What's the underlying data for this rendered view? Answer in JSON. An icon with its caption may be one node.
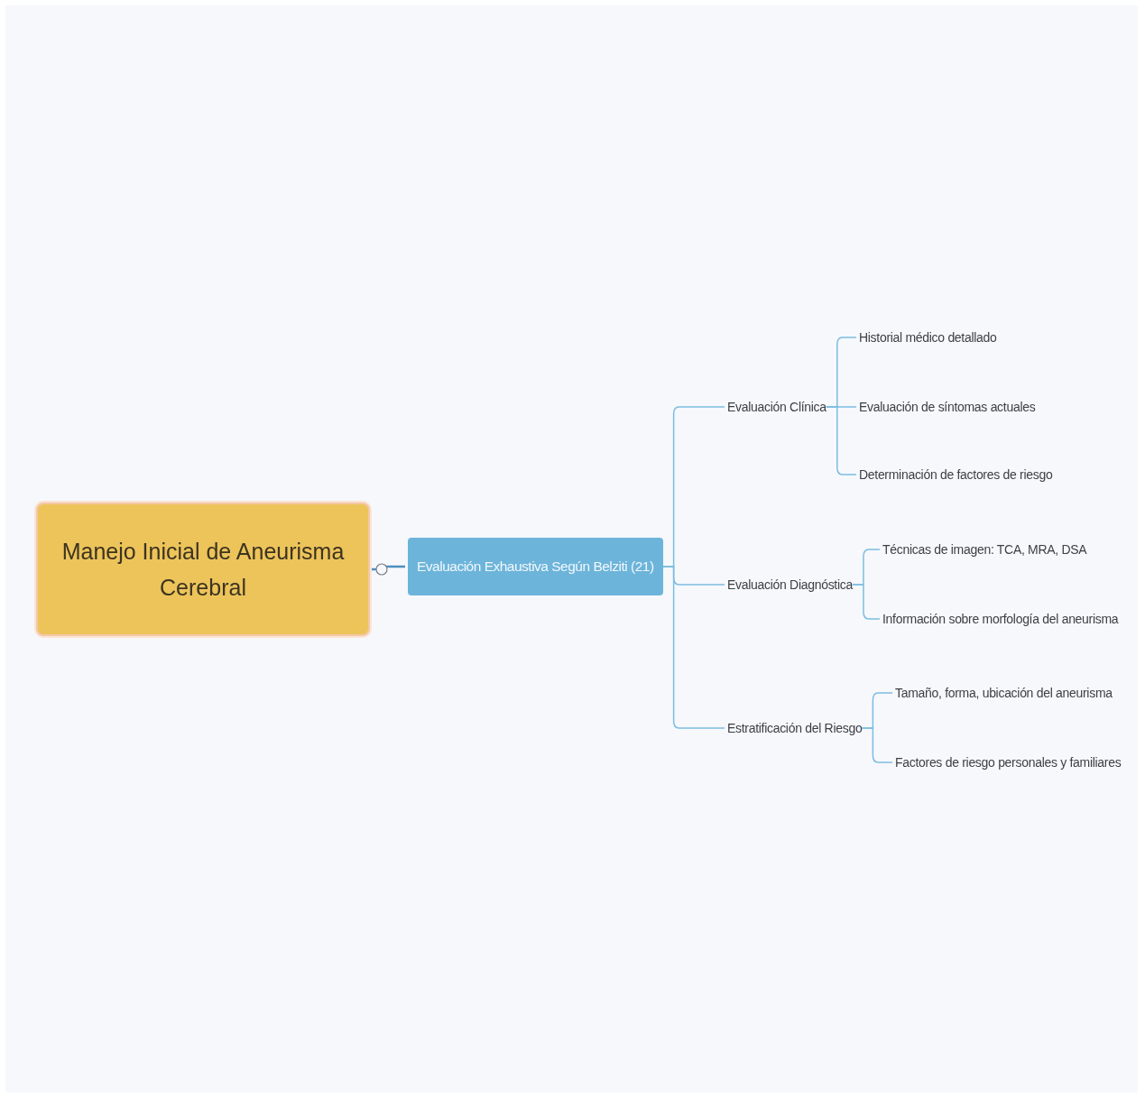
{
  "diagram": {
    "nodes": [
      {
        "text": [
          "Manejo Inicial de Aneurisma Cerebral"
        ]
      },
      {
        "text": [
          "Evaluación Exhaustiva Según Belziti (21)"
        ]
      },
      {
        "text": [
          "Evaluación Clínica"
        ]
      },
      {
        "text": [
          "Historial médico detallado"
        ]
      },
      {
        "text": [
          "Evaluación de síntomas actuales"
        ]
      },
      {
        "text": [
          "Determinación de factores de riesgo"
        ]
      },
      {
        "text": [
          "Evaluación Diagnóstica"
        ]
      },
      {
        "text": [
          "Técnicas de imagen: TCA, MRA, DSA"
        ]
      },
      {
        "text": [
          "Información sobre morfología del aneurisma"
        ]
      },
      {
        "text": [
          "Estratificación del Riesgo"
        ]
      },
      {
        "text": [
          "Tamaño, forma, ubicación del aneurisma"
        ]
      },
      {
        "text": [
          "Factores de riesgo personales y familiares"
        ]
      }
    ],
    "edges": [
      {
        "from": 0,
        "to": 1,
        "arrow": "none"
      },
      {
        "from": 1,
        "to": 2,
        "arrow": "none"
      },
      {
        "from": 1,
        "to": 6,
        "arrow": "none"
      },
      {
        "from": 1,
        "to": 9,
        "arrow": "none"
      },
      {
        "from": 2,
        "to": 3,
        "arrow": "none"
      },
      {
        "from": 2,
        "to": 4,
        "arrow": "none"
      },
      {
        "from": 2,
        "to": 5,
        "arrow": "none"
      },
      {
        "from": 6,
        "to": 7,
        "arrow": "none"
      },
      {
        "from": 6,
        "to": 8,
        "arrow": "none"
      },
      {
        "from": 9,
        "to": 10,
        "arrow": "none"
      },
      {
        "from": 9,
        "to": 11,
        "arrow": "none"
      }
    ]
  }
}
